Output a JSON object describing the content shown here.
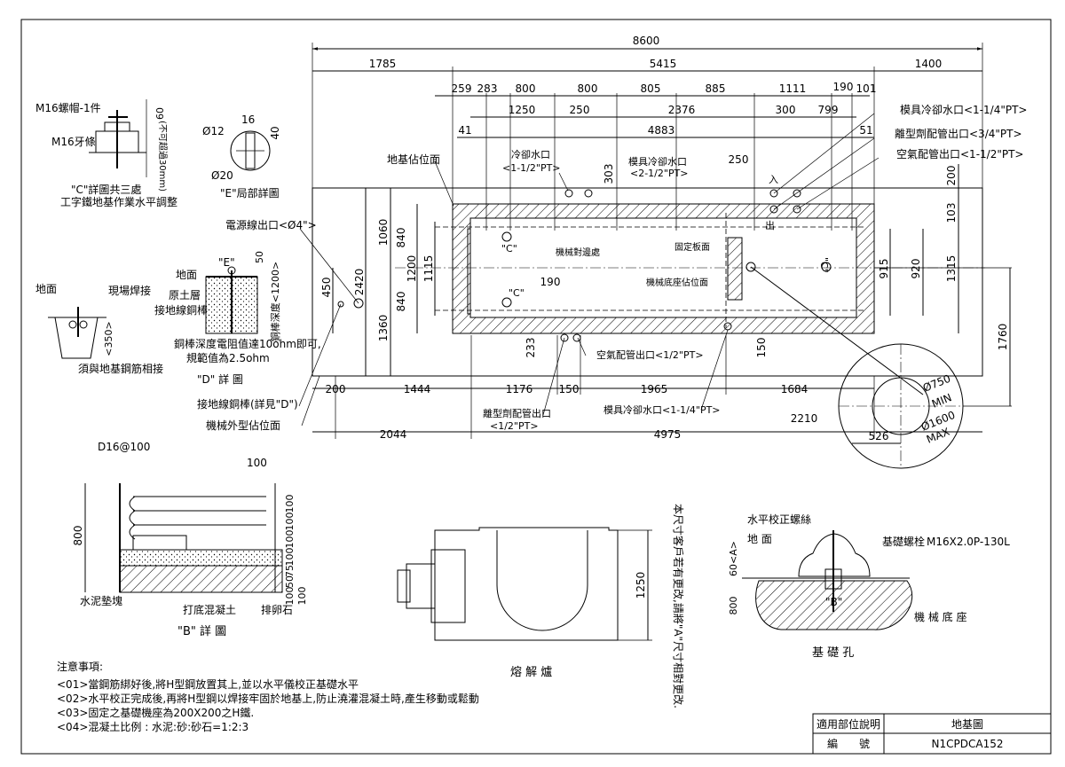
{
  "overall": {
    "d8600": "8600",
    "d1785": "1785",
    "d5415": "5415",
    "d1400": "1400"
  },
  "top_row": [
    "259",
    "283",
    "800",
    "800",
    "805",
    "885",
    "1111",
    "190",
    "101"
  ],
  "row2": [
    "1250",
    "250",
    "2376",
    "300",
    "799"
  ],
  "row3": {
    "d41": "41",
    "d4883": "4883",
    "d51": "51"
  },
  "bottom_row1": [
    "200",
    "1444",
    "1176",
    "150",
    "1965",
    "1684"
  ],
  "bottom_row2": {
    "d2044": "2044",
    "d4975": "4975",
    "d2210": "2210",
    "d526": "526"
  },
  "left_dims": {
    "d2420": "2420",
    "d1060": "1060",
    "d1360": "1360",
    "d840a": "840",
    "d840b": "840",
    "d1200": "1200",
    "d1115": "1115",
    "d450": "450"
  },
  "right_dims": {
    "d915": "915",
    "d920": "920",
    "d1315": "1315",
    "d1760": "1760",
    "d200": "200",
    "d103": "103"
  },
  "misc_dims": {
    "d303": "303",
    "d250": "250",
    "d190": "190",
    "d233": "233",
    "d150": "150"
  },
  "labels": {
    "foundation_pos": "地基佔位面",
    "cooling_in_a": "冷卻水口",
    "cooling_in_a2": "<1-1/2\"PT>",
    "mold_cool_a": "模具冷卻水口",
    "mold_cool_a2": "<2-1/2\"PT>",
    "power_out": "電源線出口<Ø4\">",
    "mech_pass": "機械對邊處",
    "fixed_plate": "固定板面",
    "mech_base_pos": "機械底座佔位面",
    "mold_cool_r1": "模具冷卻水口<1-1/4\"PT>",
    "release_r": "離型劑配管出口<3/4\"PT>",
    "air_r": "空氣配管出口<1-1/2\"PT>",
    "air_b": "空氣配管出口<1/2\"PT>",
    "release_b1": "離型劑配管出口",
    "release_b2": "<1/2\"PT>",
    "mold_cool_b": "模具冷卻水口<1-1/4\"PT>",
    "ground_rod": "接地線銅棒(詳見\"D\")",
    "mech_outline": "機械外型佔位面",
    "dia750": "Ø750",
    "min": "MIN",
    "dia1600": "Ø1600",
    "max": "MAX",
    "out_lbl": "出",
    "in_lbl": "入",
    "c_mark": "\"C\"",
    "e_mark": "\"E\""
  },
  "detail_c": {
    "nut": "M16螺帽-1件",
    "tooth": "M16牙條",
    "d60": "60",
    "vert": "(不可超過30mm)",
    "title1": "\"C\"詳圖共三處",
    "title2": "工字鐵地基作業水平調整"
  },
  "detail_e": {
    "d12": "Ø12",
    "d16": "16",
    "d40": "40",
    "d20": "Ø20",
    "title": "\"E\"局部詳圖"
  },
  "detail_d": {
    "ground": "地面",
    "topsoil": "原土層",
    "rod": "接地線銅棒",
    "d50": "50",
    "depth": "銅棒深度<1200>",
    "note1": "銅棒深度電阻值達10ohm即可,",
    "note2": "規範值為2.5ohm",
    "title": "\"D\" 詳 圖",
    "e_mark": "\"E\""
  },
  "detail_weld": {
    "ground": "地面",
    "weld": "現場焊接",
    "d350": "<350>",
    "rebar": "須與地基鋼筋相接"
  },
  "detail_b": {
    "rebar": "D16@100",
    "d100": "100",
    "d800": "800",
    "stack": [
      "100",
      "100",
      "100",
      "100",
      "75",
      "50",
      "100",
      "100"
    ],
    "cement": "水泥墊塊",
    "concrete": "打底混凝土",
    "gravel": "排卵石",
    "title": "\"B\" 詳 圖"
  },
  "furnace": {
    "d1250": "1250",
    "title": "熔 解 爐",
    "note": "本尺寸客戶若有更改,請將\"A\"尺寸相對更改."
  },
  "anchor": {
    "level_bolt": "水平校正螺絲",
    "ground": "地 面",
    "foundation_bolt": "基礎螺栓",
    "spec": "M16X2.0P-130L",
    "d60": "60<A>",
    "d800": "800",
    "b_mark": "\"B\"",
    "mech_base": "機 械 底 座",
    "title": "基 礎 孔"
  },
  "notes": {
    "title": "注意事項:",
    "items": [
      "<01>當鋼筋綁好後,將H型鋼放置其上,並以水平儀校正基礎水平",
      "<02>水平校正完成後,再將H型鋼以焊接牢固於地基上,防止澆灌混凝土時,產生移動或鬆動",
      "<03>固定之基礎機座為200X200之H鐵.",
      "<04>混凝土比例 : 水泥:砂:砂石=1:2:3"
    ]
  },
  "title_block": {
    "r1l": "適用部位說明",
    "r1r": "地基圖",
    "r2l": "編　　號",
    "r2r": "N1CPDCA152"
  }
}
